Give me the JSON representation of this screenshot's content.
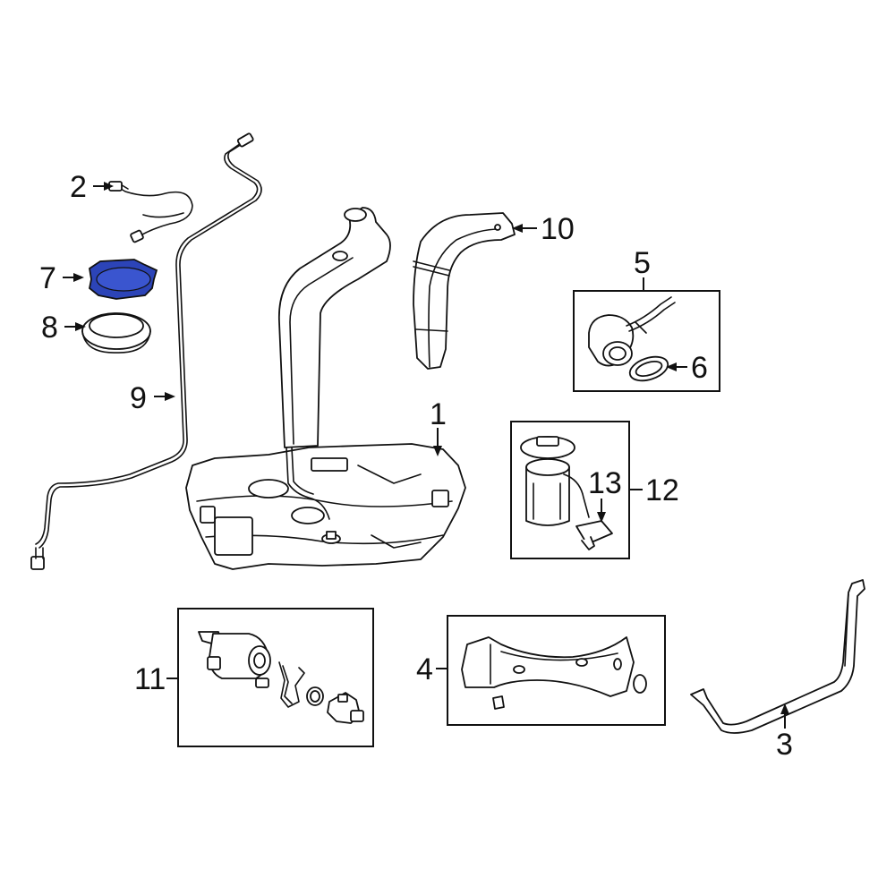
{
  "diagram": {
    "highlight_color": "#2c44b8",
    "line_color": "#111111",
    "background": "#ffffff",
    "callouts": {
      "c1": "1",
      "c2": "2",
      "c3": "3",
      "c4": "4",
      "c5": "5",
      "c6": "6",
      "c7": "7",
      "c8": "8",
      "c9": "9",
      "c10": "10",
      "c11": "11",
      "c12": "12",
      "c13": "13"
    },
    "highlighted_part": "7"
  }
}
